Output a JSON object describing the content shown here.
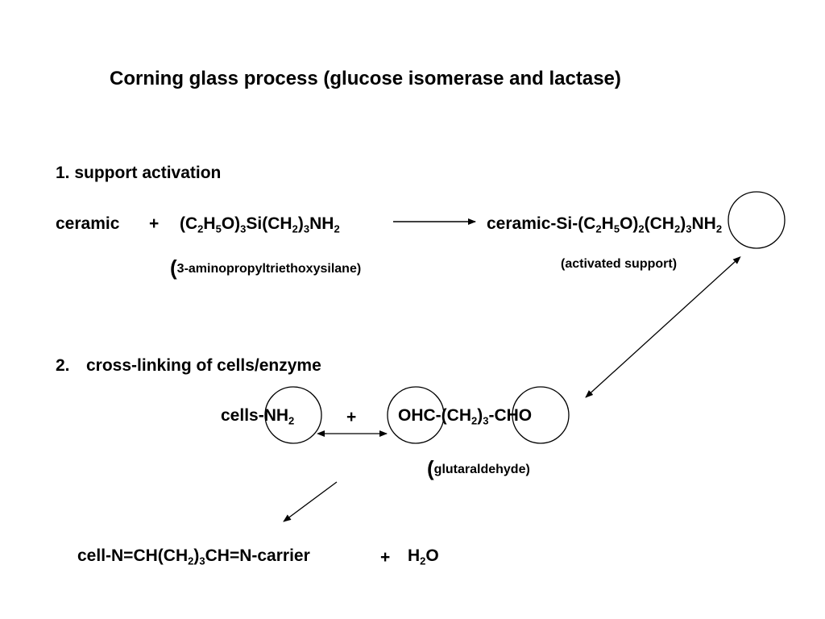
{
  "title": "Corning glass process (glucose isomerase and lactase)",
  "step1": {
    "heading": "1.  support activation",
    "reactant1": "ceramic",
    "plus": "+",
    "reactant2": {
      "p1": "(C",
      "s1": "2",
      "p2": "H",
      "s2": "5",
      "p3": "O)",
      "s3": "3",
      "p4": "Si(CH",
      "s4": "2",
      "p5": ")",
      "s5": "3",
      "p6": "NH",
      "s6": "2"
    },
    "reactant2_name_open": "(",
    "reactant2_name": "3-aminopropyltriethoxysilane)",
    "product": {
      "p1": "ceramic-Si-(C",
      "s1": "2",
      "p2": "H",
      "s2": "5",
      "p3": "O)",
      "s3": "2",
      "p4": "(CH",
      "s4": "2",
      "p5": ")",
      "s5": "3",
      "p6": "NH",
      "s6": "2"
    },
    "product_name": "(activated support)"
  },
  "step2": {
    "heading_num": "2.",
    "heading_text": "cross-linking of cells/enzyme",
    "reactant1": {
      "p1": "cells-NH",
      "s1": "2"
    },
    "plus": "+",
    "reactant2": {
      "p1": "OHC-(CH",
      "s1": "2",
      "p2": ")",
      "s2": "3",
      "p3": "-CHO"
    },
    "reactant2_name_open": "(",
    "reactant2_name": "glutaraldehyde)"
  },
  "final": {
    "product": {
      "p1": "cell-N=CH(CH",
      "s1": "2",
      "p2": ")",
      "s2": "3",
      "p3": "CH=N-carrier"
    },
    "plus": "+",
    "byproduct": {
      "p1": "H",
      "s1": "2",
      "p2": "O"
    }
  }
}
